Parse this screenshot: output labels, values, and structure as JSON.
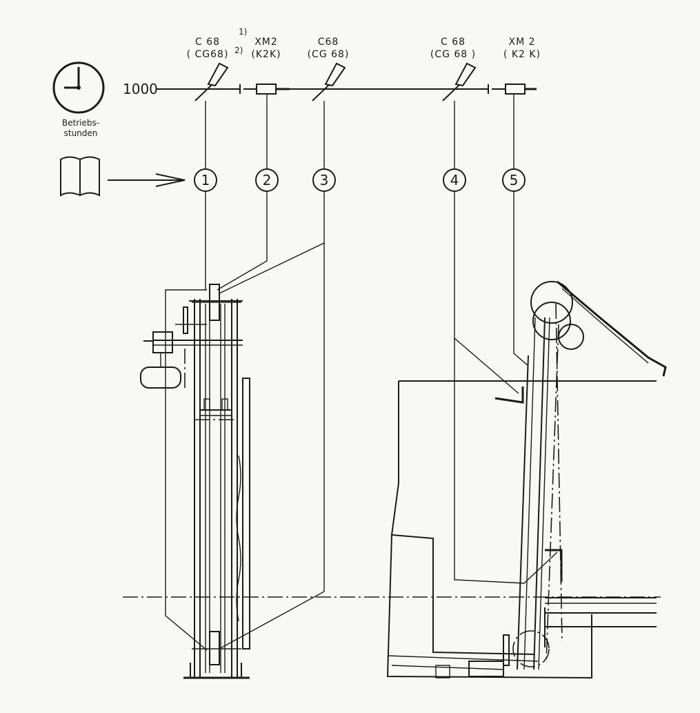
{
  "interval_label": "1000",
  "clock": {
    "icon": "clock-icon",
    "caption_line1": "Betriebs-",
    "caption_line2": "stunden"
  },
  "manual": {
    "icon": "manual-book-icon"
  },
  "footnotes": {
    "one": "1)",
    "two": "2)"
  },
  "points": [
    {
      "number": "1",
      "lubricant": "C 68",
      "alt": "( CG68)",
      "kind": "oil-can"
    },
    {
      "number": "2",
      "lubricant": "XM2",
      "alt": "(K2K)",
      "kind": "grease-gun"
    },
    {
      "number": "3",
      "lubricant": "C68",
      "alt": "(CG 68)",
      "kind": "oil-can"
    },
    {
      "number": "4",
      "lubricant": "C 68",
      "alt": "(CG 68 )",
      "kind": "oil-can"
    },
    {
      "number": "5",
      "lubricant": "XM 2",
      "alt": "( K2 K)",
      "kind": "grease-gun"
    }
  ]
}
